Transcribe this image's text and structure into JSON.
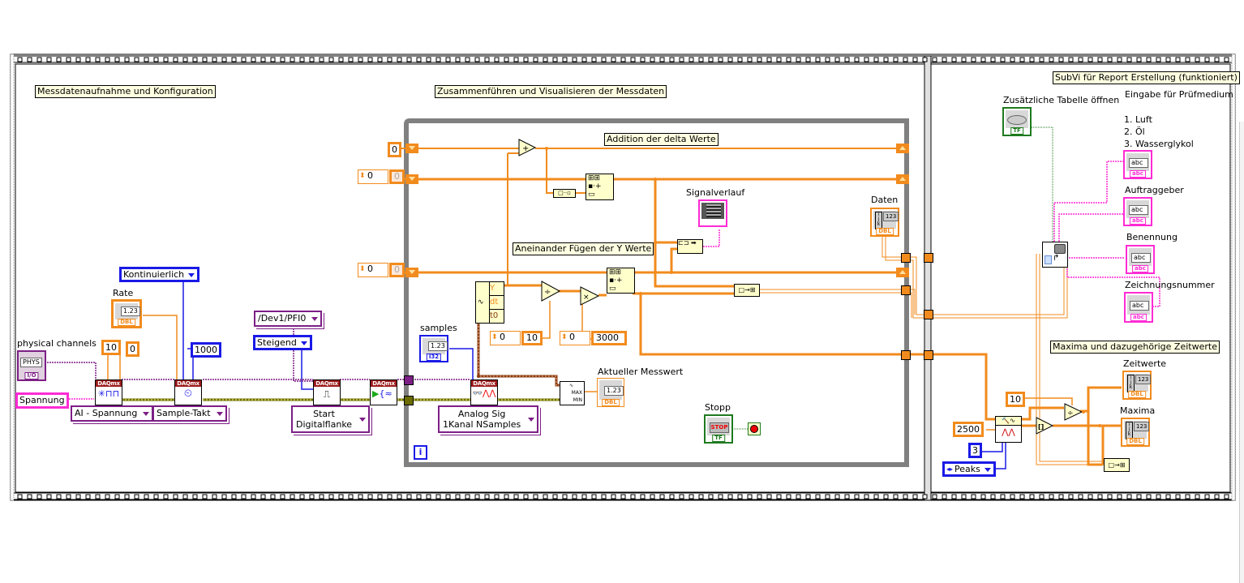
{
  "frames": {
    "left_label": "Messdatenaufnahme und Konfiguration",
    "middle_label": "Zusammenführen und Visualisieren der Messdaten",
    "right_label": "SubVi für Report Erstellung (funktioniert)"
  },
  "config": {
    "physical_channels_label": "physical channels",
    "physical_channels_value": "PHYS",
    "physical_channels_tag": "I/O",
    "measure_type_value": "Spannung",
    "min_value": "10",
    "max_value": "0",
    "rate_label": "Rate",
    "rate_display": "1.23",
    "rate_tag": "DBL",
    "sample_mode": "Kontinuierlich",
    "samples_per_channel": "1000",
    "trigger_source": "/Dev1/PFI0",
    "trigger_edge": "Steigend",
    "create_channel_selector": "AI - Spannung",
    "timing_selector": "Sample-Takt",
    "trigger_selector_line1": "Start",
    "trigger_selector_line2": "Digitalflanke",
    "daqmx_header": "DAQmx"
  },
  "loop": {
    "shift_init_1": "0",
    "shift_init_2_numeric": "0",
    "shift_init_2_array": "0",
    "shift_init_3_numeric": "0",
    "shift_init_3_array": "0",
    "note_addition": "Addition der delta Werte",
    "note_append_y": "Aneinander Fügen der Y Werte",
    "signal_graph_label": "Signalverlauf",
    "daten_label": "Daten",
    "daten_display": "123",
    "daten_tag": "DBL",
    "samples_label": "samples",
    "samples_display": "1.23",
    "samples_tag": "I32",
    "waveform_y": "Y",
    "waveform_dt": "dt",
    "waveform_t0": "t0",
    "divisor_index": "0",
    "divisor_value": "10",
    "multiplier_index": "0",
    "multiplier_value": "3000",
    "read_selector_line1": "Analog Sig",
    "read_selector_line2": "1Kanal NSamples",
    "current_value_label": "Aktueller Messwert",
    "current_value_display": "1.23",
    "current_value_tag": "DBL",
    "maxmin_max": "MAX",
    "maxmin_min": "MIN",
    "stop_label": "Stopp",
    "stop_button_text": "STOP",
    "stop_tag": "TF",
    "iteration_terminal": "i"
  },
  "report": {
    "open_table_label": "Zusätzliche Tabelle öffnen",
    "open_table_tag": "TF",
    "medium_label": "Eingabe für Prüfmedium",
    "medium_options": [
      "1. Luft",
      "2. Öl",
      "3. Wasserglykol"
    ],
    "string_display": "abc",
    "string_tag": "abc",
    "client_label": "Auftraggeber",
    "name_label": "Benennung",
    "drawing_number_label": "Zeichnungsnummer",
    "maxima_note": "Maxima und dazugehörige Zeitwerte",
    "threshold_value": "2500",
    "width_value": "3",
    "peaks_selector": "Peaks",
    "divisor_value": "10",
    "zeitwerte_label": "Zeitwerte",
    "maxima_label": "Maxima",
    "array_display": "123",
    "array_tag": "DBL"
  }
}
